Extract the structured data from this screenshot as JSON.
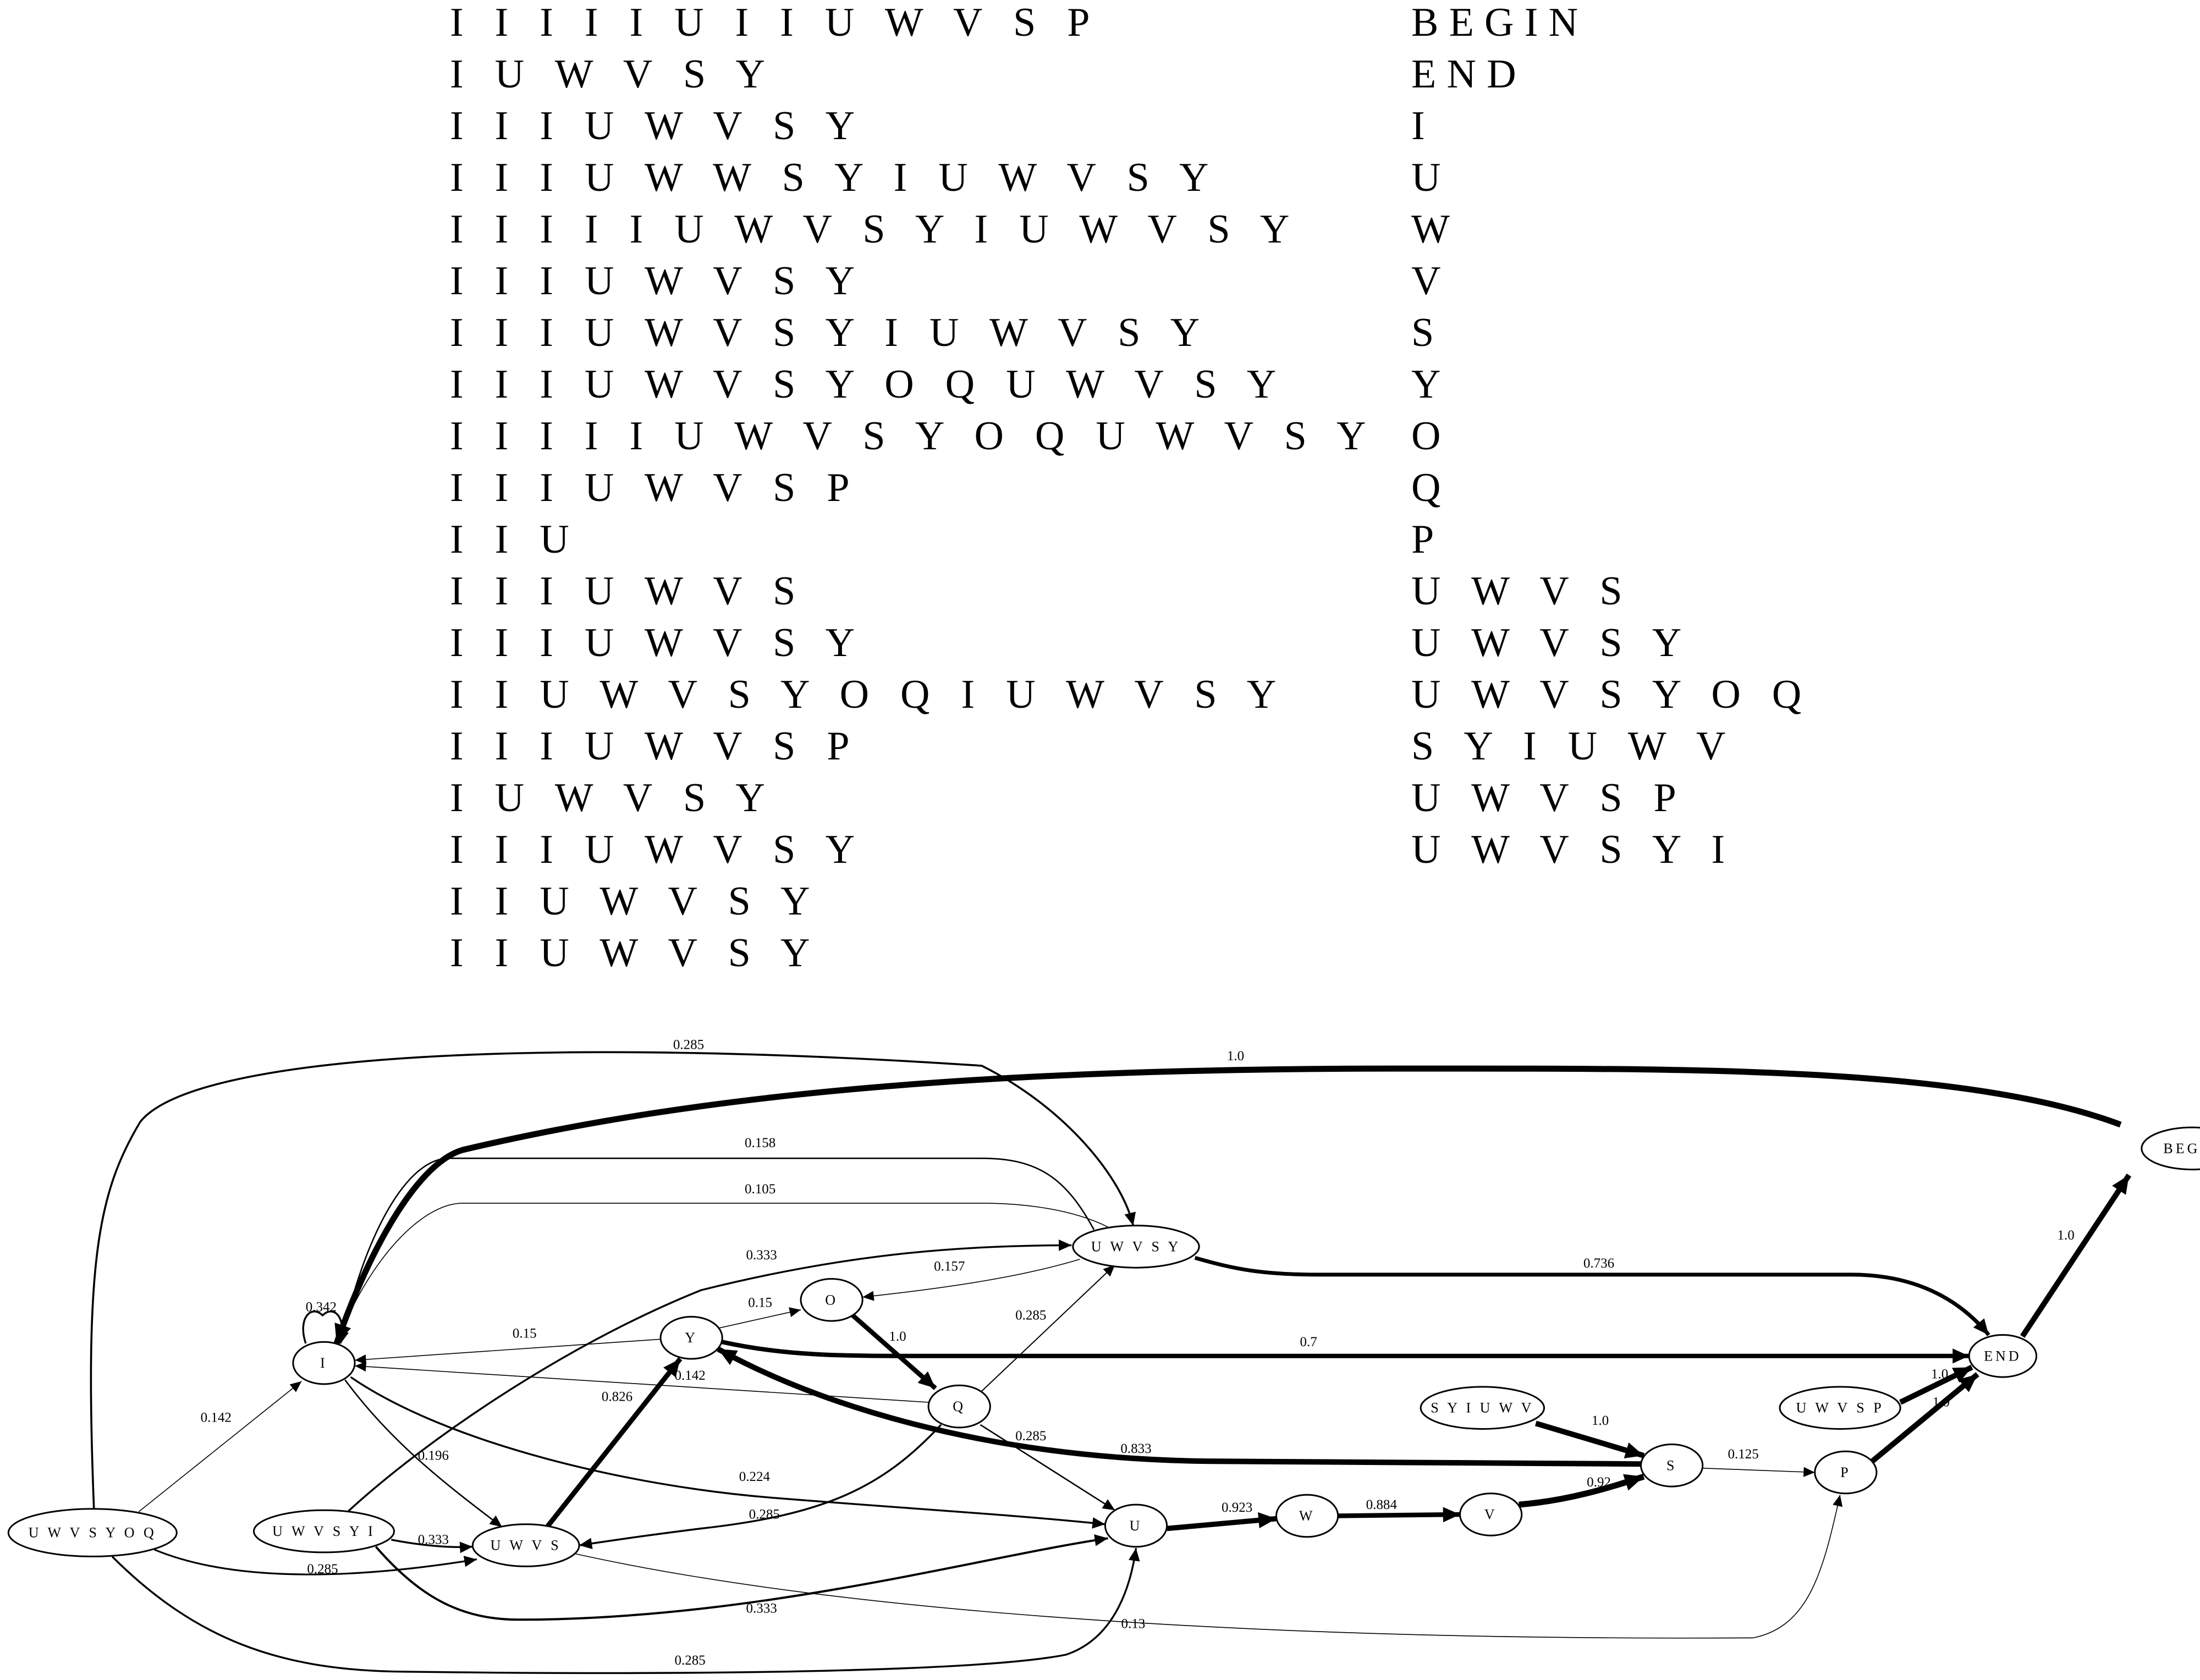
{
  "sequences": [
    "I I I I I U I I U W V S P",
    "I U W V S Y",
    "I I I U W V S Y",
    "I I I U W W S Y I U W V S Y",
    "I I I I I U W V S Y I U W V S Y",
    "I I I U W V S Y",
    "I I I U W V S Y I U W V S Y",
    "I I I U W V S Y O Q U W V S Y",
    "I I I I I U W V S Y O Q U W V S Y",
    "I I I U W V S P",
    "I I U",
    "I I I U W V S",
    "I I I U W V S Y",
    "I I U W V S Y O Q I U W V S Y",
    "I I I U W V S P",
    "I U W V S Y",
    "I I I U W V S Y",
    "I I U W V S Y",
    "I I U W V S Y"
  ],
  "states": [
    "BEGIN",
    "END",
    "I",
    "U",
    "W",
    "V",
    "S",
    "Y",
    "O",
    "Q",
    "P",
    "U W V S",
    "U W V S Y",
    "U W V S Y O Q",
    "S Y I U W V",
    "U W V S P",
    "U W V S Y I"
  ],
  "graph": {
    "nodes": [
      {
        "id": "BEGIN",
        "label": "BEGIN"
      },
      {
        "id": "END",
        "label": "END"
      },
      {
        "id": "I",
        "label": "I"
      },
      {
        "id": "Y",
        "label": "Y"
      },
      {
        "id": "O",
        "label": "O"
      },
      {
        "id": "Q",
        "label": "Q"
      },
      {
        "id": "UWVSY",
        "label": "U W V S Y"
      },
      {
        "id": "UWVSYOQ",
        "label": "U W V S Y O Q"
      },
      {
        "id": "UWVSYI",
        "label": "U W V S Y I"
      },
      {
        "id": "UWVS",
        "label": "U W V S"
      },
      {
        "id": "U",
        "label": "U"
      },
      {
        "id": "W",
        "label": "W"
      },
      {
        "id": "V",
        "label": "V"
      },
      {
        "id": "S",
        "label": "S"
      },
      {
        "id": "SYIUWV",
        "label": "S Y I U W V"
      },
      {
        "id": "P",
        "label": "P"
      },
      {
        "id": "UWVSP",
        "label": "U W V S P"
      }
    ],
    "edges": [
      {
        "from": "BEGIN",
        "to": "I",
        "label": "1.0"
      },
      {
        "from": "END",
        "to": "BEGIN",
        "label": "1.0"
      },
      {
        "from": "UWVSYOQ",
        "to": "UWVSY",
        "label": "0.285"
      },
      {
        "from": "UWVSY",
        "to": "I",
        "label": "0.158"
      },
      {
        "from": "UWVSY",
        "to": "I",
        "label": "0.105"
      },
      {
        "from": "UWVSYI",
        "to": "UWVSY",
        "label": "0.333"
      },
      {
        "from": "UWVSY",
        "to": "O",
        "label": "0.157"
      },
      {
        "from": "UWVSY",
        "to": "END",
        "label": "0.736"
      },
      {
        "from": "I",
        "to": "I",
        "label": "0.342"
      },
      {
        "from": "Y",
        "to": "O",
        "label": "0.15"
      },
      {
        "from": "O",
        "to": "Q",
        "label": "1.0"
      },
      {
        "from": "Y",
        "to": "I",
        "label": "0.15"
      },
      {
        "from": "Y",
        "to": "END",
        "label": "0.7"
      },
      {
        "from": "Q",
        "to": "UWVSY",
        "label": "0.285"
      },
      {
        "from": "UWVS",
        "to": "Y",
        "label": "0.826"
      },
      {
        "from": "Q",
        "to": "I",
        "label": "0.142"
      },
      {
        "from": "UWVSYOQ",
        "to": "I",
        "label": "0.142"
      },
      {
        "from": "UWVSP",
        "to": "END",
        "label": "1.0"
      },
      {
        "from": "I",
        "to": "UWVS",
        "label": "0.196"
      },
      {
        "from": "Q",
        "to": "U",
        "label": "0.285"
      },
      {
        "from": "SYIUWV",
        "to": "S",
        "label": "1.0"
      },
      {
        "from": "S",
        "to": "Y",
        "label": "0.833"
      },
      {
        "from": "S",
        "to": "P",
        "label": "0.125"
      },
      {
        "from": "P",
        "to": "END",
        "label": "1.0"
      },
      {
        "from": "I",
        "to": "U",
        "label": "0.224"
      },
      {
        "from": "Q",
        "to": "UWVS",
        "label": "0.285"
      },
      {
        "from": "V",
        "to": "S",
        "label": "0.92"
      },
      {
        "from": "U",
        "to": "W",
        "label": "0.923"
      },
      {
        "from": "W",
        "to": "V",
        "label": "0.884"
      },
      {
        "from": "UWVSYI",
        "to": "UWVS",
        "label": "0.333"
      },
      {
        "from": "UWVSYOQ",
        "to": "UWVS",
        "label": "0.285"
      },
      {
        "from": "UWVSYI",
        "to": "U",
        "label": "0.333"
      },
      {
        "from": "UWVS",
        "to": "P",
        "label": "0.13"
      },
      {
        "from": "UWVSYOQ",
        "to": "U",
        "label": "0.285"
      }
    ]
  }
}
